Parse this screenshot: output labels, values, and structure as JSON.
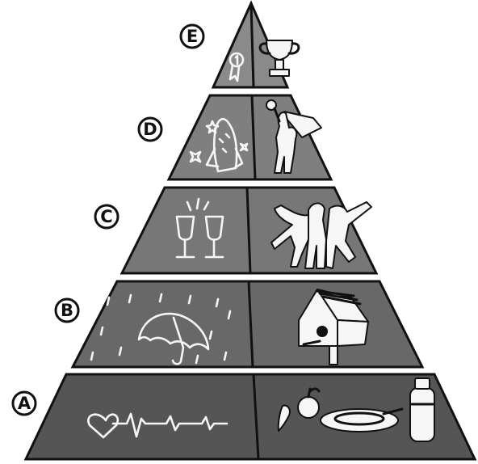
{
  "levels": [
    {
      "id": "A",
      "label": "A",
      "tier_color": "#555555",
      "left_icon": "heartbeat-icon",
      "right_icon": "food-and-water-icon"
    },
    {
      "id": "B",
      "label": "B",
      "tier_color": "#686868",
      "left_icon": "umbrella-in-rain-icon",
      "right_icon": "birdhouse-icon"
    },
    {
      "id": "C",
      "label": "C",
      "tier_color": "#777777",
      "left_icon": "champagne-glasses-icon",
      "right_icon": "dancing-friends-icon"
    },
    {
      "id": "D",
      "label": "D",
      "tier_color": "#7f7f7f",
      "left_icon": "rocket-icon",
      "right_icon": "superhero-icon"
    },
    {
      "id": "E",
      "label": "E",
      "tier_color": "#8a8a8a",
      "left_icon": "award-ribbon-icon",
      "right_icon": "trophy-icon"
    }
  ],
  "colors": {
    "outline": "#111111",
    "divider": "#f4f4f4",
    "background": "#ffffff"
  }
}
